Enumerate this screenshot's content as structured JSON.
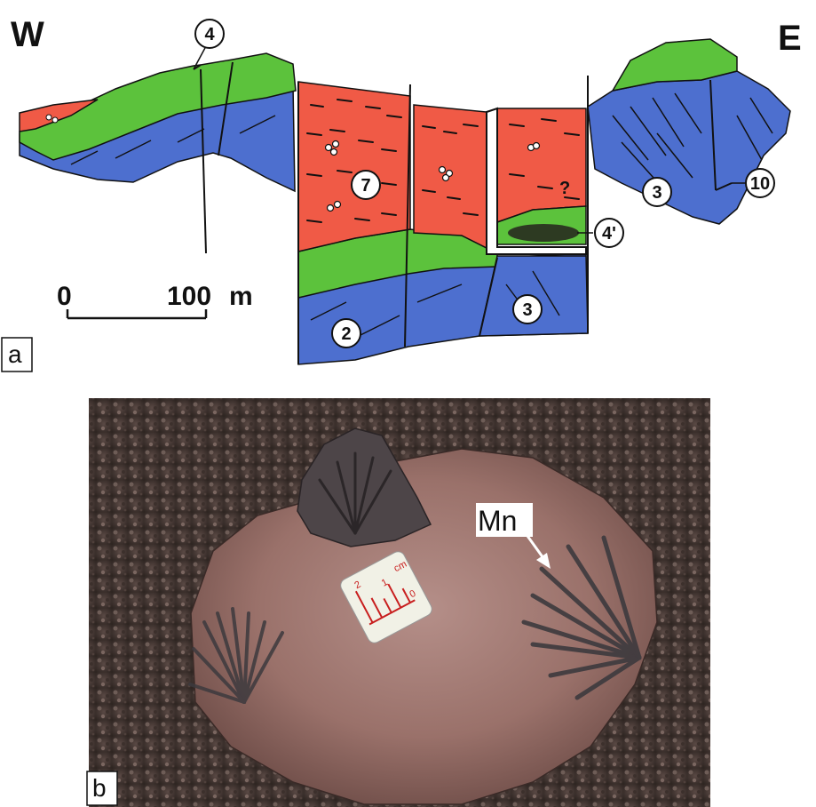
{
  "panel_a": {
    "letter": "a",
    "west_label": "W",
    "east_label": "E",
    "unit_labels": [
      "4",
      "7",
      "4'",
      "3",
      "10",
      "2",
      "3"
    ],
    "scale_bar": {
      "start_label": "0",
      "end_label": "100",
      "unit": "m"
    },
    "colors": {
      "red_unit": "#f05a46",
      "green_unit": "#5cc23c",
      "blue_unit": "#4d6fcf"
    }
  },
  "panel_b": {
    "letter": "b",
    "callout": "Mn",
    "ruler": {
      "unit": "cm",
      "marks": [
        "2",
        "1",
        "0"
      ]
    }
  }
}
